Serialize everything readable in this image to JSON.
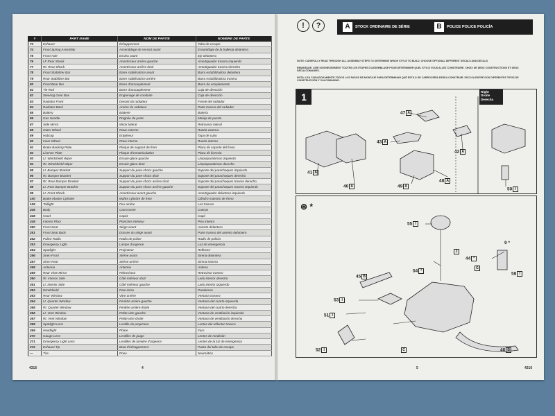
{
  "left_page": {
    "headers": [
      "#",
      "PART NAME",
      "NOM DE PARTIE",
      "NOMBRE DE PARTE"
    ],
    "rows": [
      [
        "73",
        "Exhaust",
        "Échappement",
        "Tubo de escape"
      ],
      [
        "74",
        "Front Spring Assembly",
        "Assemblage de ressort avant",
        "Ensamblaje de la ballesta delantera"
      ],
      [
        "75",
        "Front Axle",
        "Essieu avant",
        "Eje delantero"
      ],
      [
        "76",
        "LF Rear Shock",
        "Amortisseur arrière gauche",
        "Amortiguador trasero izquierdo"
      ],
      [
        "77",
        "Rt. Rear Shock",
        "Amortisseur arrière droit",
        "Amortiguador trasero derecho"
      ],
      [
        "78",
        "Front Stabilizer Bar",
        "Barre stabilisatrice avant",
        "Barra estabilizadora delantera"
      ],
      [
        "79",
        "Rear Stabilizer Bar",
        "Barre stabilisatrice arrière",
        "Barra estabilizadora trasera"
      ],
      [
        "80",
        "Front Bear Bar",
        "Barre d'accouplement",
        "Barra de acoplamiento"
      ],
      [
        "81",
        "Tie Rod",
        "Barre d'accouplement",
        "Cuja de dirección"
      ],
      [
        "82",
        "Steering Gear Box",
        "Engrenage de conduite",
        "Caja de dirección"
      ],
      [
        "83",
        "Radiator Front",
        "Devant du radiateur",
        "Frente del radiador"
      ],
      [
        "84",
        "Radiator Back",
        "Arrière du radiateur",
        "Parte trasera del radiador"
      ],
      [
        "85",
        "Battery",
        "Batterie",
        "Batería"
      ],
      [
        "86",
        "Gas Handle",
        "Poignée de porte",
        "Manija de puerta"
      ],
      [
        "87",
        "Side Mirror",
        "Miroir latéral",
        "Retrovisor lateral"
      ],
      [
        "88",
        "Outer Wheel",
        "Roue externe",
        "Rueda externa"
      ],
      [
        "89",
        "Hubcap",
        "Enjoliveur",
        "Tapa de cubo"
      ],
      [
        "90",
        "Inner Wheel",
        "Roue interne",
        "Rueda interna"
      ],
      [
        "91",
        "Brake Backing Plate",
        "Plaque de support de frein",
        "Placa de soporte del freno"
      ],
      [
        "92",
        "License Plate",
        "Plaque d'immatriculation",
        "Placa de licencia"
      ],
      [
        "93",
        "Lt. Windshield Wiper",
        "Essuie-glace gauche",
        "Limpiaparabrisas izquierdo"
      ],
      [
        "94",
        "Rt. Windshield Wiper",
        "Essuie-glace droit",
        "Limpiaparabrisas derecho"
      ],
      [
        "95",
        "Lt. Bumper Bracket",
        "Support du pare-chocs gauche",
        "Soporte del parachoques izquierdo"
      ],
      [
        "96",
        "Rt. Bumper Bracket",
        "Support du pare-chocs droit",
        "Soporte del parachoques derecho"
      ],
      [
        "97",
        "Rt. Rear Bumper Bracket",
        "Support du pare-chocs arrière droit",
        "Soporte del parachoques trasero derecho"
      ],
      [
        "98",
        "Lt. Rear Bumper Bracket",
        "Support du pare-chocs arrière gauche",
        "Soporte del parachoques trasero izquierdo"
      ],
      [
        "99",
        "Lt. Front Shock",
        "Amortisseur avant gauche",
        "Amortiguador delantero izquierdo"
      ],
      [
        "100",
        "Brake Master Cylinder",
        "Maître cylindre de frein",
        "Cilindro maestro de freno"
      ],
      [
        "106",
        "Taillight",
        "Feu arrière",
        "Luz trasera"
      ],
      [
        "245",
        "Body",
        "Carrosserie",
        "Cuerpo"
      ],
      [
        "248",
        "Hood",
        "Capot",
        "Capó"
      ],
      [
        "249",
        "Interior Floor",
        "Plancher intérieur",
        "Piso interior"
      ],
      [
        "250",
        "Front Seat",
        "Siège avant",
        "Asiento delantero"
      ],
      [
        "251",
        "Front Seat Back",
        "Dossier du siège avant",
        "Parte trasera del asiento delantero"
      ],
      [
        "252",
        "Police Radio",
        "Radio de police",
        "Radio de policía"
      ],
      [
        "253",
        "Emergency Light",
        "Lampe d'urgence",
        "Luz de emergencia"
      ],
      [
        "254",
        "Spotlight",
        "Projecteur",
        "Reflector"
      ],
      [
        "256",
        "Siren Front",
        "Sirène avant",
        "Sirena delantera"
      ],
      [
        "257",
        "Siren Rear",
        "Sirène arrière",
        "Sirena trasera"
      ],
      [
        "258",
        "Antenna",
        "Antenne",
        "Antena"
      ],
      [
        "259",
        "Rear View Mirror",
        "Rétroviseur",
        "Retrovisor trasero"
      ],
      [
        "260",
        "Rt. Interior Side",
        "Côté intérieur droit",
        "Lado interior derecho"
      ],
      [
        "261",
        "Lt. Interior Side",
        "Côté intérieur gauche",
        "Lado interior izquierdo"
      ],
      [
        "262",
        "Windshield",
        "Pare-brise",
        "Parabrisas"
      ],
      [
        "263",
        "Rear Window",
        "Vitre arrière",
        "Ventana trasera"
      ],
      [
        "264",
        "Lt. Quarter Window",
        "Fenêtre arrière gauche",
        "Ventana del cuarto izquierda"
      ],
      [
        "265",
        "Rt. Quarter Window",
        "Fenêtre arrière droite",
        "Ventana del cuarto derecha"
      ],
      [
        "266",
        "Lt. Vent Window",
        "Petite vitre gauche",
        "Ventana de ventilación izquierda"
      ],
      [
        "267",
        "Rt. Vent Window",
        "Petite vitre droite",
        "Ventana de ventilación derecha"
      ],
      [
        "268",
        "Spotlight Lens",
        "Lentille du projecteur",
        "Lentes del reflector trasero"
      ],
      [
        "269",
        "Headlight",
        "Phare",
        "Faro"
      ],
      [
        "270",
        "Gauge Lens",
        "Lentilles de jauge",
        "Lentes de medición"
      ],
      [
        "271",
        "Emergency Light Lens",
        "Lentilles de lumière d'urgence",
        "Lentes de la luz de emergencia"
      ],
      [
        "272",
        "Exhaust Tip",
        "Bout d'échappement",
        "Punta del tubo de escape"
      ],
      [
        "—",
        "Tire",
        "Pneu",
        "Neumático"
      ]
    ],
    "footer_left": "4316",
    "page_number": "4"
  },
  "right_page": {
    "header": {
      "icons": [
        "!",
        "?"
      ],
      "option_a_letter": "A",
      "option_a_label": "STOCK  ORDINAIRE DE SÉRIE",
      "option_b_letter": "B",
      "option_b_label": "POLICE  POLICE  POLICÍA"
    },
    "notes": [
      "NOTE: CAREFULLY READ THROUGH ALL ASSEMBLY STEPS TO DETERMINE WHICH STYLE TO BUILD. CHOOSE OPTIONAL DIFFERENT DECALS AND DECALS",
      "REMARQUE: LIRE SOIGNEUSEMENT TOUTES LES ÉTAPES D'ASSEMBLAGE POUR DÉTERMINER QUEL STYLE VOUS ALLEZ CONSTRUIRE. CHOIX DE DEUX CONSTRUCTIONS ET DEUX DÉCALCOMANIES.",
      "NOTA: LEA CUIDADOSAMENTE TODOS LOS PASOS DE MONTAJE PARA DETERMINAR QUÉ ESTILO DE CARROCERÍA DESEA CONSTRUIR. ESCOJA ENTRE DOS DIFERENTES TIPOS DE CONSTRUCCIÓN Y CALCOMANÍAS."
    ],
    "step1": {
      "number": "1",
      "right_tag": [
        "Right",
        "Droite",
        "Derecha"
      ],
      "labels": [
        {
          "num": "41",
          "opt": "A"
        },
        {
          "num": "40",
          "opt": "A"
        },
        {
          "num": "47",
          "opt": "A"
        },
        {
          "num": "43",
          "opt": "A"
        },
        {
          "num": "42",
          "opt": "A"
        },
        {
          "num": "49",
          "opt": "A"
        },
        {
          "num": "48",
          "opt": "A"
        },
        {
          "num": "50",
          "opt": "I"
        }
      ]
    },
    "step2": {
      "marker": "*",
      "labels": [
        {
          "num": "55",
          "opt": "I"
        },
        {
          "num": "9",
          "opt": "*"
        },
        {
          "num": "54",
          "opt": "*"
        },
        {
          "num": "44",
          "opt": "*"
        },
        {
          "num": "J",
          "opt": ""
        },
        {
          "num": "G",
          "opt": ""
        },
        {
          "num": "58",
          "opt": "I"
        },
        {
          "num": "45",
          "opt": "B"
        },
        {
          "num": "53",
          "opt": "I"
        },
        {
          "num": "51",
          "opt": "I"
        },
        {
          "num": "52",
          "opt": "I"
        },
        {
          "num": "C",
          "opt": ""
        },
        {
          "num": "46",
          "opt": "B"
        }
      ]
    },
    "footer_right": "4316",
    "page_number": "5"
  }
}
